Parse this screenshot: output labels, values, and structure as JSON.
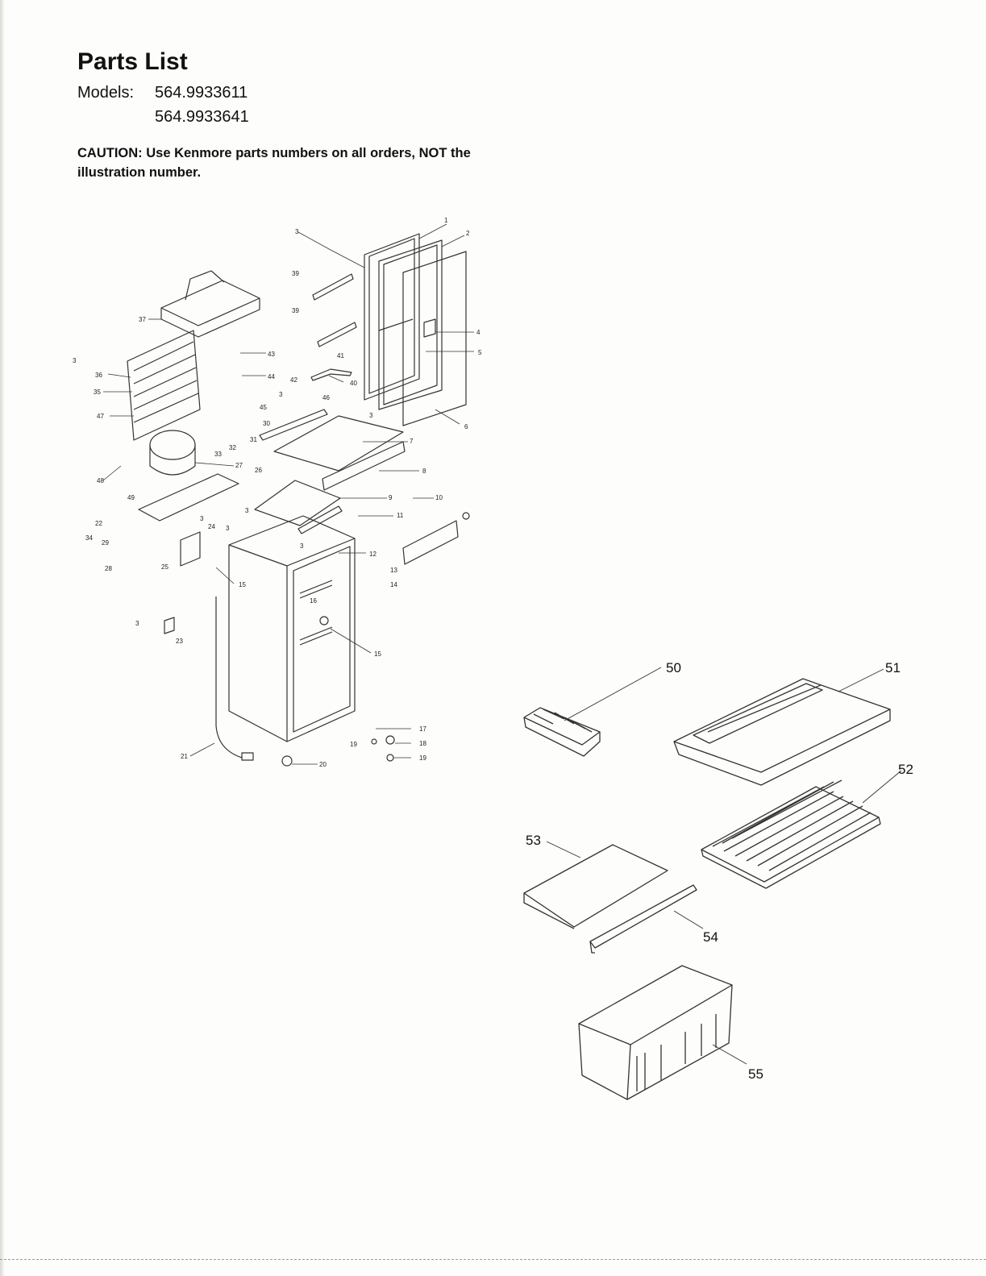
{
  "header": {
    "title": "Parts List",
    "models_label": "Models:",
    "models": [
      "564.9933611",
      "564.9933641"
    ],
    "caution": "CAUTION: Use Kenmore parts numbers on all orders, NOT the illustration number."
  },
  "callouts_main": [
    "1",
    "2",
    "3",
    "4",
    "5",
    "6",
    "7",
    "8",
    "9",
    "10",
    "11",
    "12",
    "13",
    "14",
    "15",
    "15",
    "16",
    "17",
    "18",
    "19",
    "19",
    "20",
    "21",
    "22",
    "23",
    "24",
    "25",
    "26",
    "27",
    "28",
    "29",
    "30",
    "31",
    "32",
    "33",
    "34",
    "35",
    "36",
    "37",
    "39",
    "39",
    "40",
    "41",
    "42",
    "43",
    "44",
    "45",
    "46",
    "47",
    "48",
    "49",
    "3",
    "3",
    "3",
    "3",
    "3",
    "3",
    "3",
    "3"
  ],
  "callouts_accessories": [
    "50",
    "51",
    "52",
    "53",
    "54",
    "55"
  ]
}
